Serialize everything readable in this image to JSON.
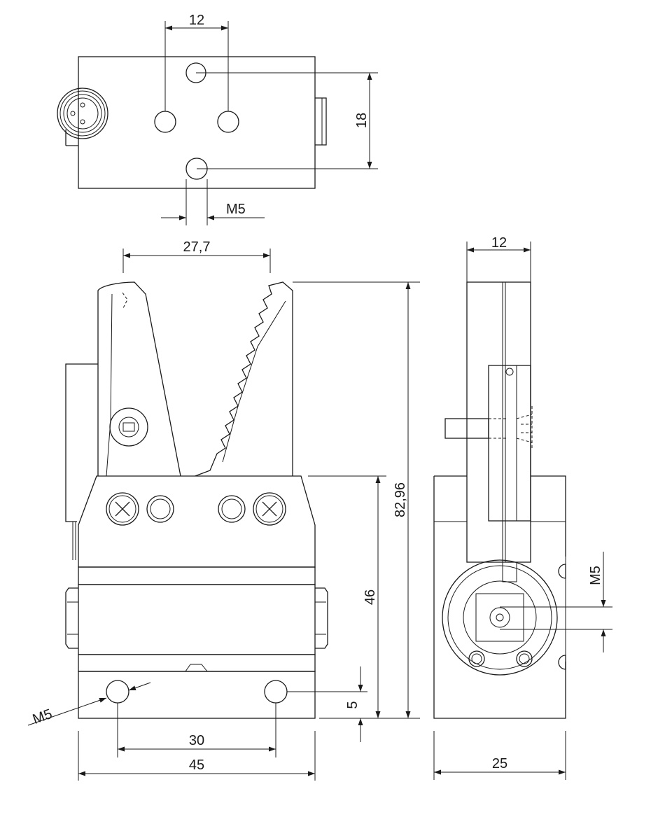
{
  "drawing": {
    "views": [
      "top-view",
      "front-view",
      "side-view"
    ],
    "dimensions": {
      "top_hole_spacing": "12",
      "top_hole_vertical": "18",
      "top_thread": "M5",
      "jaw_opening": "27,7",
      "overall_height": "82,96",
      "body_height": "46",
      "mount_offset": "5",
      "front_thread": "M5",
      "hole_spacing": "30",
      "body_width": "45",
      "side_jaw_width": "12",
      "side_thread": "M5",
      "side_width": "25"
    },
    "colors": {
      "line": "#1a1a1a",
      "background": "#ffffff"
    }
  }
}
